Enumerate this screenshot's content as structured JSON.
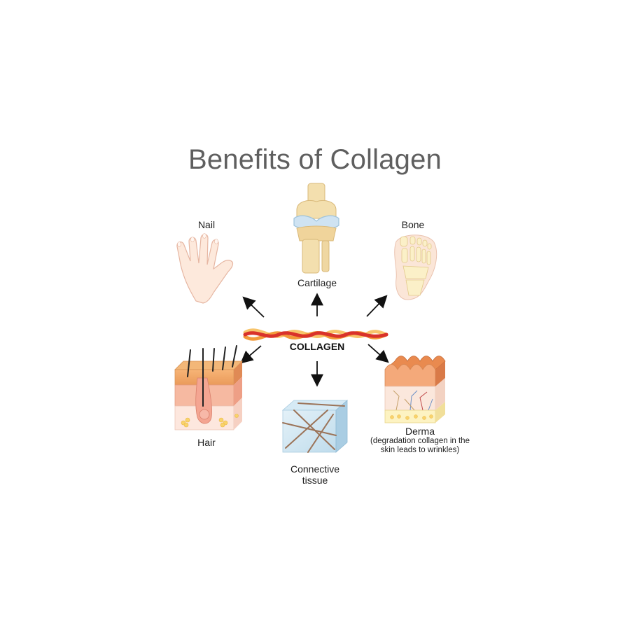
{
  "title": "Benefits of Collagen",
  "center": {
    "label": "COLLAGEN"
  },
  "items": {
    "nail": {
      "label": "Nail",
      "icon": "hand-icon"
    },
    "cartilage": {
      "label": "Cartilage",
      "icon": "knee-joint-icon"
    },
    "bone": {
      "label": "Bone",
      "icon": "foot-bones-icon"
    },
    "hair": {
      "label": "Hair",
      "icon": "hair-follicle-icon"
    },
    "connective": {
      "label_line1": "Connective",
      "label_line2": "tissue",
      "icon": "connective-tissue-cube-icon"
    },
    "derma": {
      "label": "Derma",
      "note_line1": "(degradation collagen in the",
      "note_line2": "skin leads to wrinkles)",
      "icon": "skin-layers-icon"
    }
  },
  "colors": {
    "title": "#5f5f5f",
    "fiber_red": "#d9322a",
    "fiber_orange": "#f29a3a",
    "fiber_yellow": "#f7c46b",
    "skin": "#f5b19a",
    "bone": "#f3dfae",
    "cartilage": "#cfe3f2"
  }
}
